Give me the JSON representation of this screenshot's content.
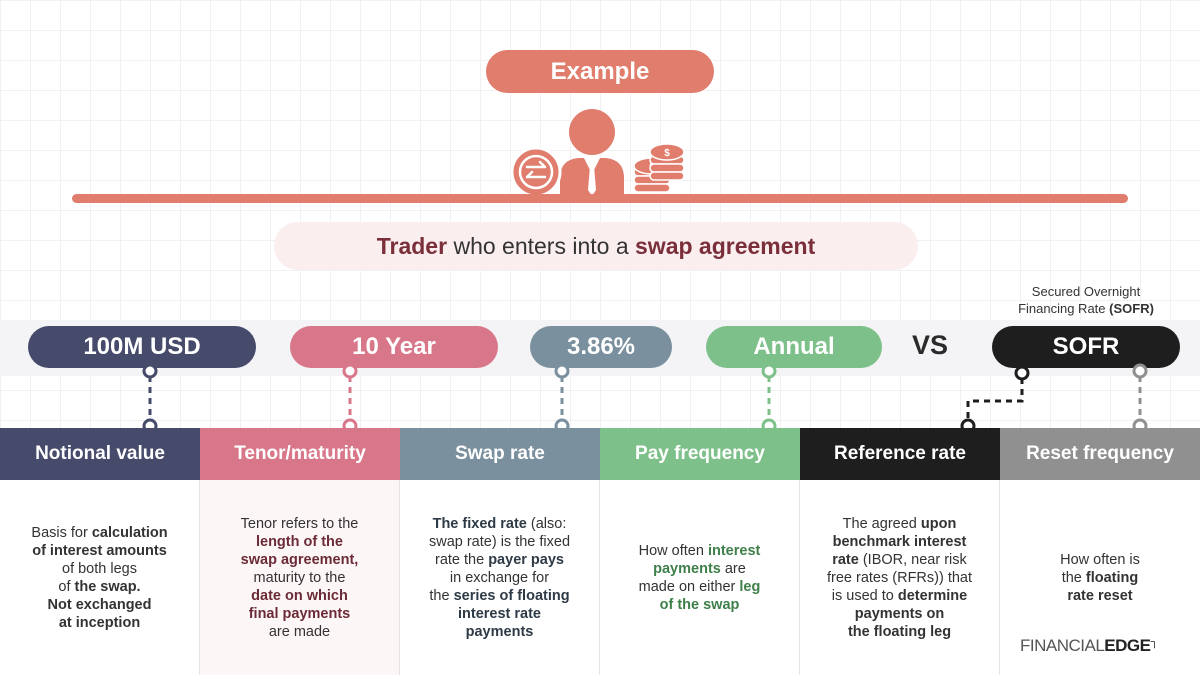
{
  "header": {
    "example_label": "Example",
    "trader_prefix": "Trader",
    "trader_middle": " who enters into a ",
    "trader_emphasis": "swap agreement"
  },
  "values": [
    {
      "id": "notional",
      "label": "100M USD",
      "color": "#464a6b"
    },
    {
      "id": "tenor",
      "label": "10 Year",
      "color": "#d9778a"
    },
    {
      "id": "rate",
      "label": "3.86%",
      "color": "#7b909e"
    },
    {
      "id": "frequency",
      "label": "Annual",
      "color": "#7ec08a"
    },
    {
      "id": "sofr",
      "label": "SOFR",
      "color": "#1e1e1e"
    }
  ],
  "vs_label": "VS",
  "sofr_note": {
    "line1": "Secured Overnight",
    "line2_prefix": "Financing Rate ",
    "line2_bold": "(SOFR)"
  },
  "columns": [
    {
      "title": "Notional value",
      "header_color": "#464a6b",
      "body_bg": "#ffffff",
      "emphasis_color": "#222222"
    },
    {
      "title": "Tenor/maturity",
      "header_color": "#d9778a",
      "body_bg": "#fdf6f7",
      "emphasis_color": "#6b2b36"
    },
    {
      "title": "Swap rate",
      "header_color": "#7b909e",
      "body_bg": "#ffffff",
      "emphasis_color": "#2e3a46"
    },
    {
      "title": "Pay frequency",
      "header_color": "#7ec08a",
      "body_bg": "#ffffff",
      "emphasis_color": "#3f7f4a"
    },
    {
      "title": "Reference rate",
      "header_color": "#1e1e1e",
      "body_bg": "#ffffff",
      "emphasis_color": "#111111"
    },
    {
      "title": "Reset frequency",
      "header_color": "#909090",
      "body_bg": "#ffffff",
      "emphasis_color": "#222222"
    }
  ],
  "descriptions": {
    "notional": {
      "t1": "Basis for ",
      "b1": "calculation",
      "b2": "of interest amounts",
      "t2": "of both legs",
      "t3": "of ",
      "b3": "the swap.",
      "b4": "Not exchanged",
      "b5": "at inception"
    },
    "tenor": {
      "t1": "Tenor refers to the",
      "b1": "length of the",
      "b2": "swap agreement,",
      "t2": "maturity to the",
      "b3": "date on which",
      "b4": "final payments",
      "t3": "are made"
    },
    "swap": {
      "b1": "The fixed rate",
      "t1": " (also:",
      "t2": "swap rate) is the fixed",
      "t3": "rate the ",
      "b2": "payer pays",
      "t4": "in exchange for",
      "t5": "the ",
      "b3": "series of floating",
      "b4": "interest rate",
      "b5": "payments"
    },
    "pay": {
      "t1": "How often ",
      "b1": "interest",
      "b2": "payments",
      "t2": " are",
      "t3": "made on either ",
      "b3": "leg",
      "b4": "of the swap"
    },
    "reference": {
      "t1": "The agreed ",
      "b1": "upon",
      "b2": "benchmark interest",
      "b3": "rate",
      "t2": " (IBOR, near risk",
      "t3": "free rates (RFRs)) that",
      "t4": "is used to ",
      "b4": "determine",
      "b5": "payments on",
      "b6": "the floating leg"
    },
    "reset": {
      "t1": "How often is",
      "t2": "the ",
      "b1": "floating",
      "b2": "rate reset"
    }
  },
  "branding": {
    "part1": "FINANCIAL",
    "part2": "EDGE"
  },
  "colors": {
    "accent": "#e07d6c",
    "accent_light": "#fbeeee"
  }
}
